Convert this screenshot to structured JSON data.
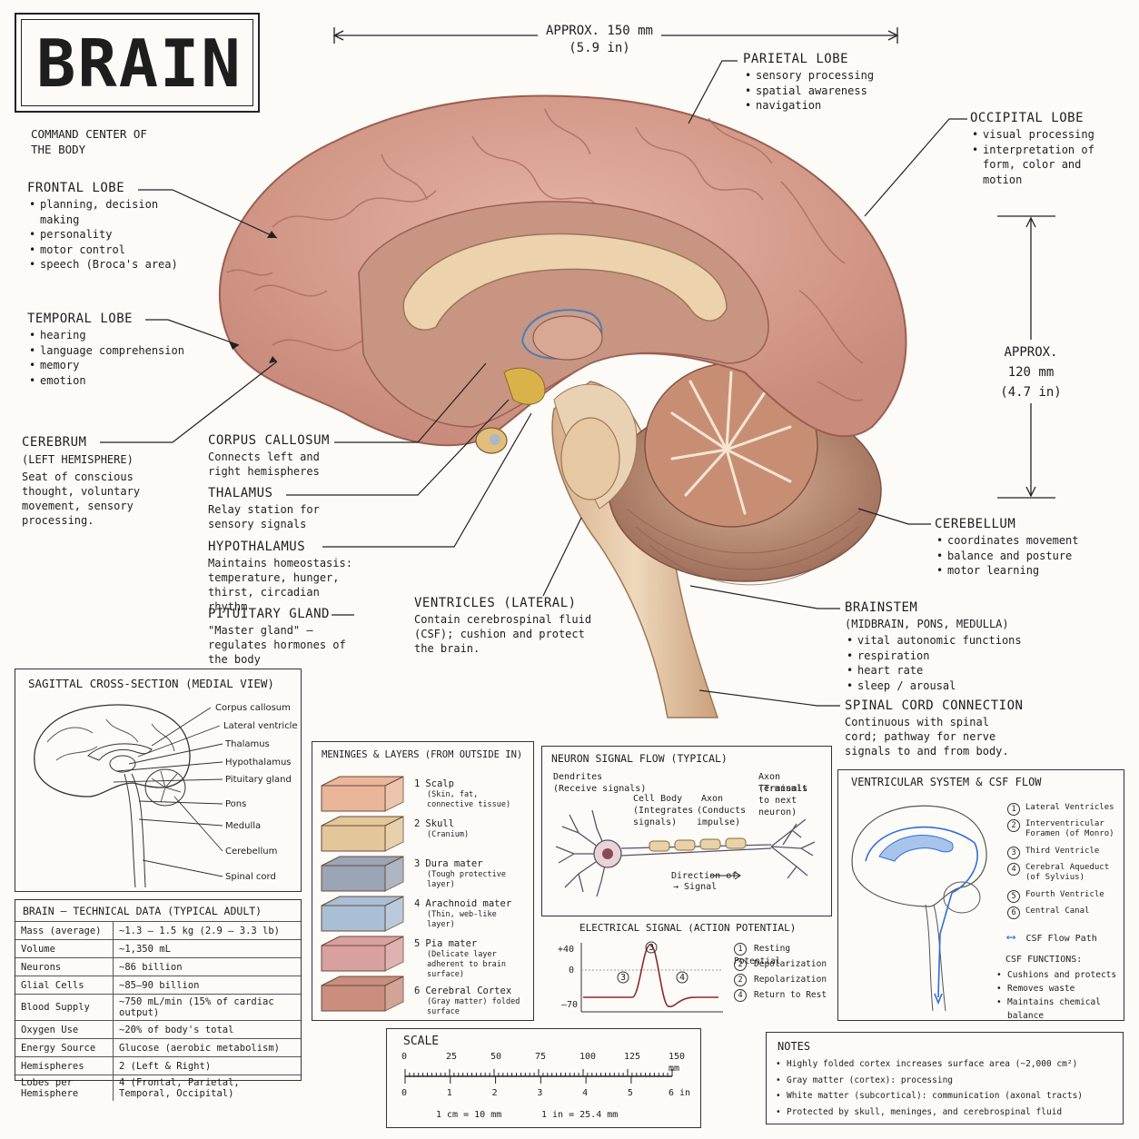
{
  "title": "BRAIN",
  "subtitle": "COMMAND CENTER OF THE BODY",
  "dims": {
    "width_label": "APPROX. 150 mm",
    "width_sub": "(5.9 in)",
    "height_l1": "APPROX.",
    "height_l2": "120 mm",
    "height_l3": "(4.7 in)"
  },
  "frontal": {
    "title": "FRONTAL LOBE",
    "items": [
      "planning, decision making",
      "personality",
      "motor control",
      "speech (Broca's area)"
    ]
  },
  "temporal": {
    "title": "TEMPORAL LOBE",
    "items": [
      "hearing",
      "language comprehension",
      "memory",
      "emotion"
    ]
  },
  "cerebrum": {
    "title": "CEREBRUM",
    "sub": "(LEFT HEMISPHERE)",
    "desc": "Seat of conscious thought, voluntary movement, sensory processing."
  },
  "corpus": {
    "title": "CORPUS CALLOSUM",
    "desc": "Connects left and right hemispheres"
  },
  "thalamus": {
    "title": "THALAMUS",
    "desc": "Relay station for sensory signals"
  },
  "hypothalamus": {
    "title": "HYPOTHALAMUS",
    "desc": "Maintains homeostasis: temperature, hunger, thirst, circadian rhythm"
  },
  "pituitary": {
    "title": "PITUITARY GLAND",
    "desc": "\"Master gland\" – regulates hormones of the body"
  },
  "ventricles": {
    "title": "VENTRICLES (LATERAL)",
    "desc": "Contain cerebrospinal fluid (CSF); cushion and protect the brain."
  },
  "parietal": {
    "title": "PARIETAL LOBE",
    "items": [
      "sensory processing",
      "spatial awareness",
      "navigation"
    ]
  },
  "occipital": {
    "title": "OCCIPITAL LOBE",
    "items": [
      "visual processing",
      "interpretation of form, color and motion"
    ]
  },
  "cerebellum": {
    "title": "CEREBELLUM",
    "items": [
      "coordinates movement",
      "balance and posture",
      "motor learning"
    ]
  },
  "brainstem": {
    "title": "BRAINSTEM",
    "sub": "(MIDBRAIN, PONS, MEDULLA)",
    "items": [
      "vital autonomic functions",
      "respiration",
      "heart rate",
      "sleep / arousal"
    ]
  },
  "spinal": {
    "title": "SPINAL CORD CONNECTION",
    "desc": "Continuous with spinal cord; pathway for nerve signals to and from body."
  },
  "sagittal": {
    "title": "SAGITTAL CROSS-SECTION (MEDIAL VIEW)",
    "labels": [
      "Corpus callosum",
      "Lateral ventricle",
      "Thalamus",
      "Hypothalamus",
      "Pituitary gland",
      "Pons",
      "Medulla",
      "Cerebellum",
      "Spinal cord"
    ]
  },
  "tech": {
    "title": "BRAIN – TECHNICAL DATA (TYPICAL ADULT)",
    "rows": [
      [
        "Mass (average)",
        "~1.3 – 1.5 kg (2.9 – 3.3 lb)"
      ],
      [
        "Volume",
        "~1,350 mL"
      ],
      [
        "Neurons",
        "~86 billion"
      ],
      [
        "Glial Cells",
        "~85–90 billion"
      ],
      [
        "Blood Supply",
        "~750 mL/min (15% of cardiac output)"
      ],
      [
        "Oxygen Use",
        "~20% of body's total"
      ],
      [
        "Energy Source",
        "Glucose (aerobic metabolism)"
      ],
      [
        "Hemispheres",
        "2 (Left & Right)"
      ],
      [
        "Lobes per Hemisphere",
        "4 (Frontal, Parietal, Temporal, Occipital)"
      ]
    ]
  },
  "meninges": {
    "title": "MENINGES & LAYERS (FROM OUTSIDE IN)",
    "layers": [
      {
        "num": "1",
        "name": "Scalp",
        "desc": "(Skin, fat, connective tissue)",
        "color": "#e9b69a"
      },
      {
        "num": "2",
        "name": "Skull",
        "desc": "(Cranium)",
        "color": "#e3c79a"
      },
      {
        "num": "3",
        "name": "Dura mater",
        "desc": "(Tough protective layer)",
        "color": "#9aa5b5"
      },
      {
        "num": "4",
        "name": "Arachnoid mater",
        "desc": "(Thin, web-like layer)",
        "color": "#a9bfd6"
      },
      {
        "num": "5",
        "name": "Pia mater",
        "desc": "(Delicate layer adherent to brain surface)",
        "color": "#d9a0a0"
      },
      {
        "num": "6",
        "name": "Cerebral Cortex",
        "desc": "(Gray matter) folded surface",
        "color": "#c98e7e"
      }
    ]
  },
  "neuron": {
    "title": "NEURON SIGNAL FLOW (TYPICAL)",
    "dendrites": "Dendrites",
    "dendrites_sub": "(Receive signals)",
    "cellbody": "Cell Body",
    "cellbody_sub": "(Integrates signals)",
    "axon": "Axon",
    "axon_sub": "(Conducts impulse)",
    "terminals": "Axon Terminals",
    "terminals_sub": "(Transmit to next neuron)",
    "direction": "Direction of",
    "direction2": "→ Signal"
  },
  "electrical": {
    "title": "ELECTRICAL SIGNAL (ACTION POTENTIAL)",
    "y_ticks": [
      "+40",
      "0",
      "–70"
    ],
    "markers": [
      "3",
      "3",
      "4"
    ],
    "legend": [
      {
        "num": "1",
        "text": "Resting Potential"
      },
      {
        "num": "2",
        "text": "Depolarization"
      },
      {
        "num": "2",
        "text": "Repolarization"
      },
      {
        "num": "4",
        "text": "Return to Rest"
      }
    ]
  },
  "ventricular": {
    "title": "VENTRICULAR SYSTEM & CSF FLOW",
    "items": [
      {
        "num": "1",
        "text": "Lateral Ventricles"
      },
      {
        "num": "2",
        "text": "Interventricular Foramen (of Monro)"
      },
      {
        "num": "3",
        "text": "Third Ventricle"
      },
      {
        "num": "4",
        "text": "Cerebral Aqueduct (of Sylvius)"
      },
      {
        "num": "5",
        "text": "Fourth Ventricle"
      },
      {
        "num": "6",
        "text": "Central Canal"
      }
    ],
    "flow": "CSF Flow Path",
    "functions_title": "CSF FUNCTIONS:",
    "functions": [
      "Cushions and protects",
      "Removes waste",
      "Maintains chemical balance"
    ],
    "flow_color": "#2f6fd6"
  },
  "scale": {
    "title": "SCALE",
    "mm_ticks": [
      "0",
      "25",
      "50",
      "75",
      "100",
      "125",
      "150 mm"
    ],
    "in_ticks": [
      "0",
      "1",
      "2",
      "3",
      "4",
      "5",
      "6  in"
    ],
    "note1": "1 cm = 10 mm",
    "note2": "1 in = 25.4 mm"
  },
  "notes": {
    "title": "NOTES",
    "items": [
      "Highly folded cortex increases surface area (~2,000 cm²)",
      "Gray matter (cortex): processing",
      "White matter (subcortical): communication (axonal tracts)",
      "Protected by skull, meninges, and cerebrospinal fluid"
    ]
  },
  "colors": {
    "brain": "#dba292",
    "brain_dark": "#b9766a",
    "white_matter": "#efd8b8",
    "cerebellum": "#c89a84",
    "brainstem": "#e8cba8"
  }
}
